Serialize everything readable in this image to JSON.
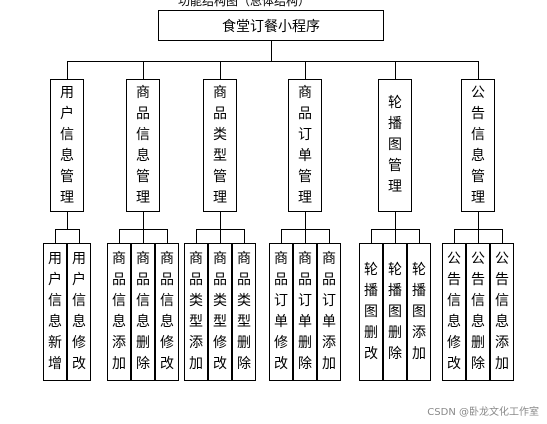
{
  "header_fragment": "功能结构图（总体结构）",
  "root": {
    "label": "食堂订餐小程序"
  },
  "modules": [
    {
      "label": "用户信息管理",
      "children": [
        "用户信息新增",
        "用户信息修改"
      ]
    },
    {
      "label": "商品信息管理",
      "children": [
        "商品信息添加",
        "商品信息删除",
        "商品信息修改"
      ]
    },
    {
      "label": "商品类型管理",
      "children": [
        "商品类型添加",
        "商品类型修改",
        "商品类型删除"
      ]
    },
    {
      "label": "商品订单管理",
      "children": [
        "商品订单修改",
        "商品订单删除",
        "商品订单添加"
      ]
    },
    {
      "label": "轮播图管理",
      "children": [
        "轮播图删改",
        "轮播图删除",
        "轮播图添加"
      ]
    },
    {
      "label": "公告信息管理",
      "children": [
        "公告信息修改",
        "公告信息删除",
        "公告信息添加"
      ]
    }
  ],
  "watermark": "CSDN @卧龙文化工作室"
}
